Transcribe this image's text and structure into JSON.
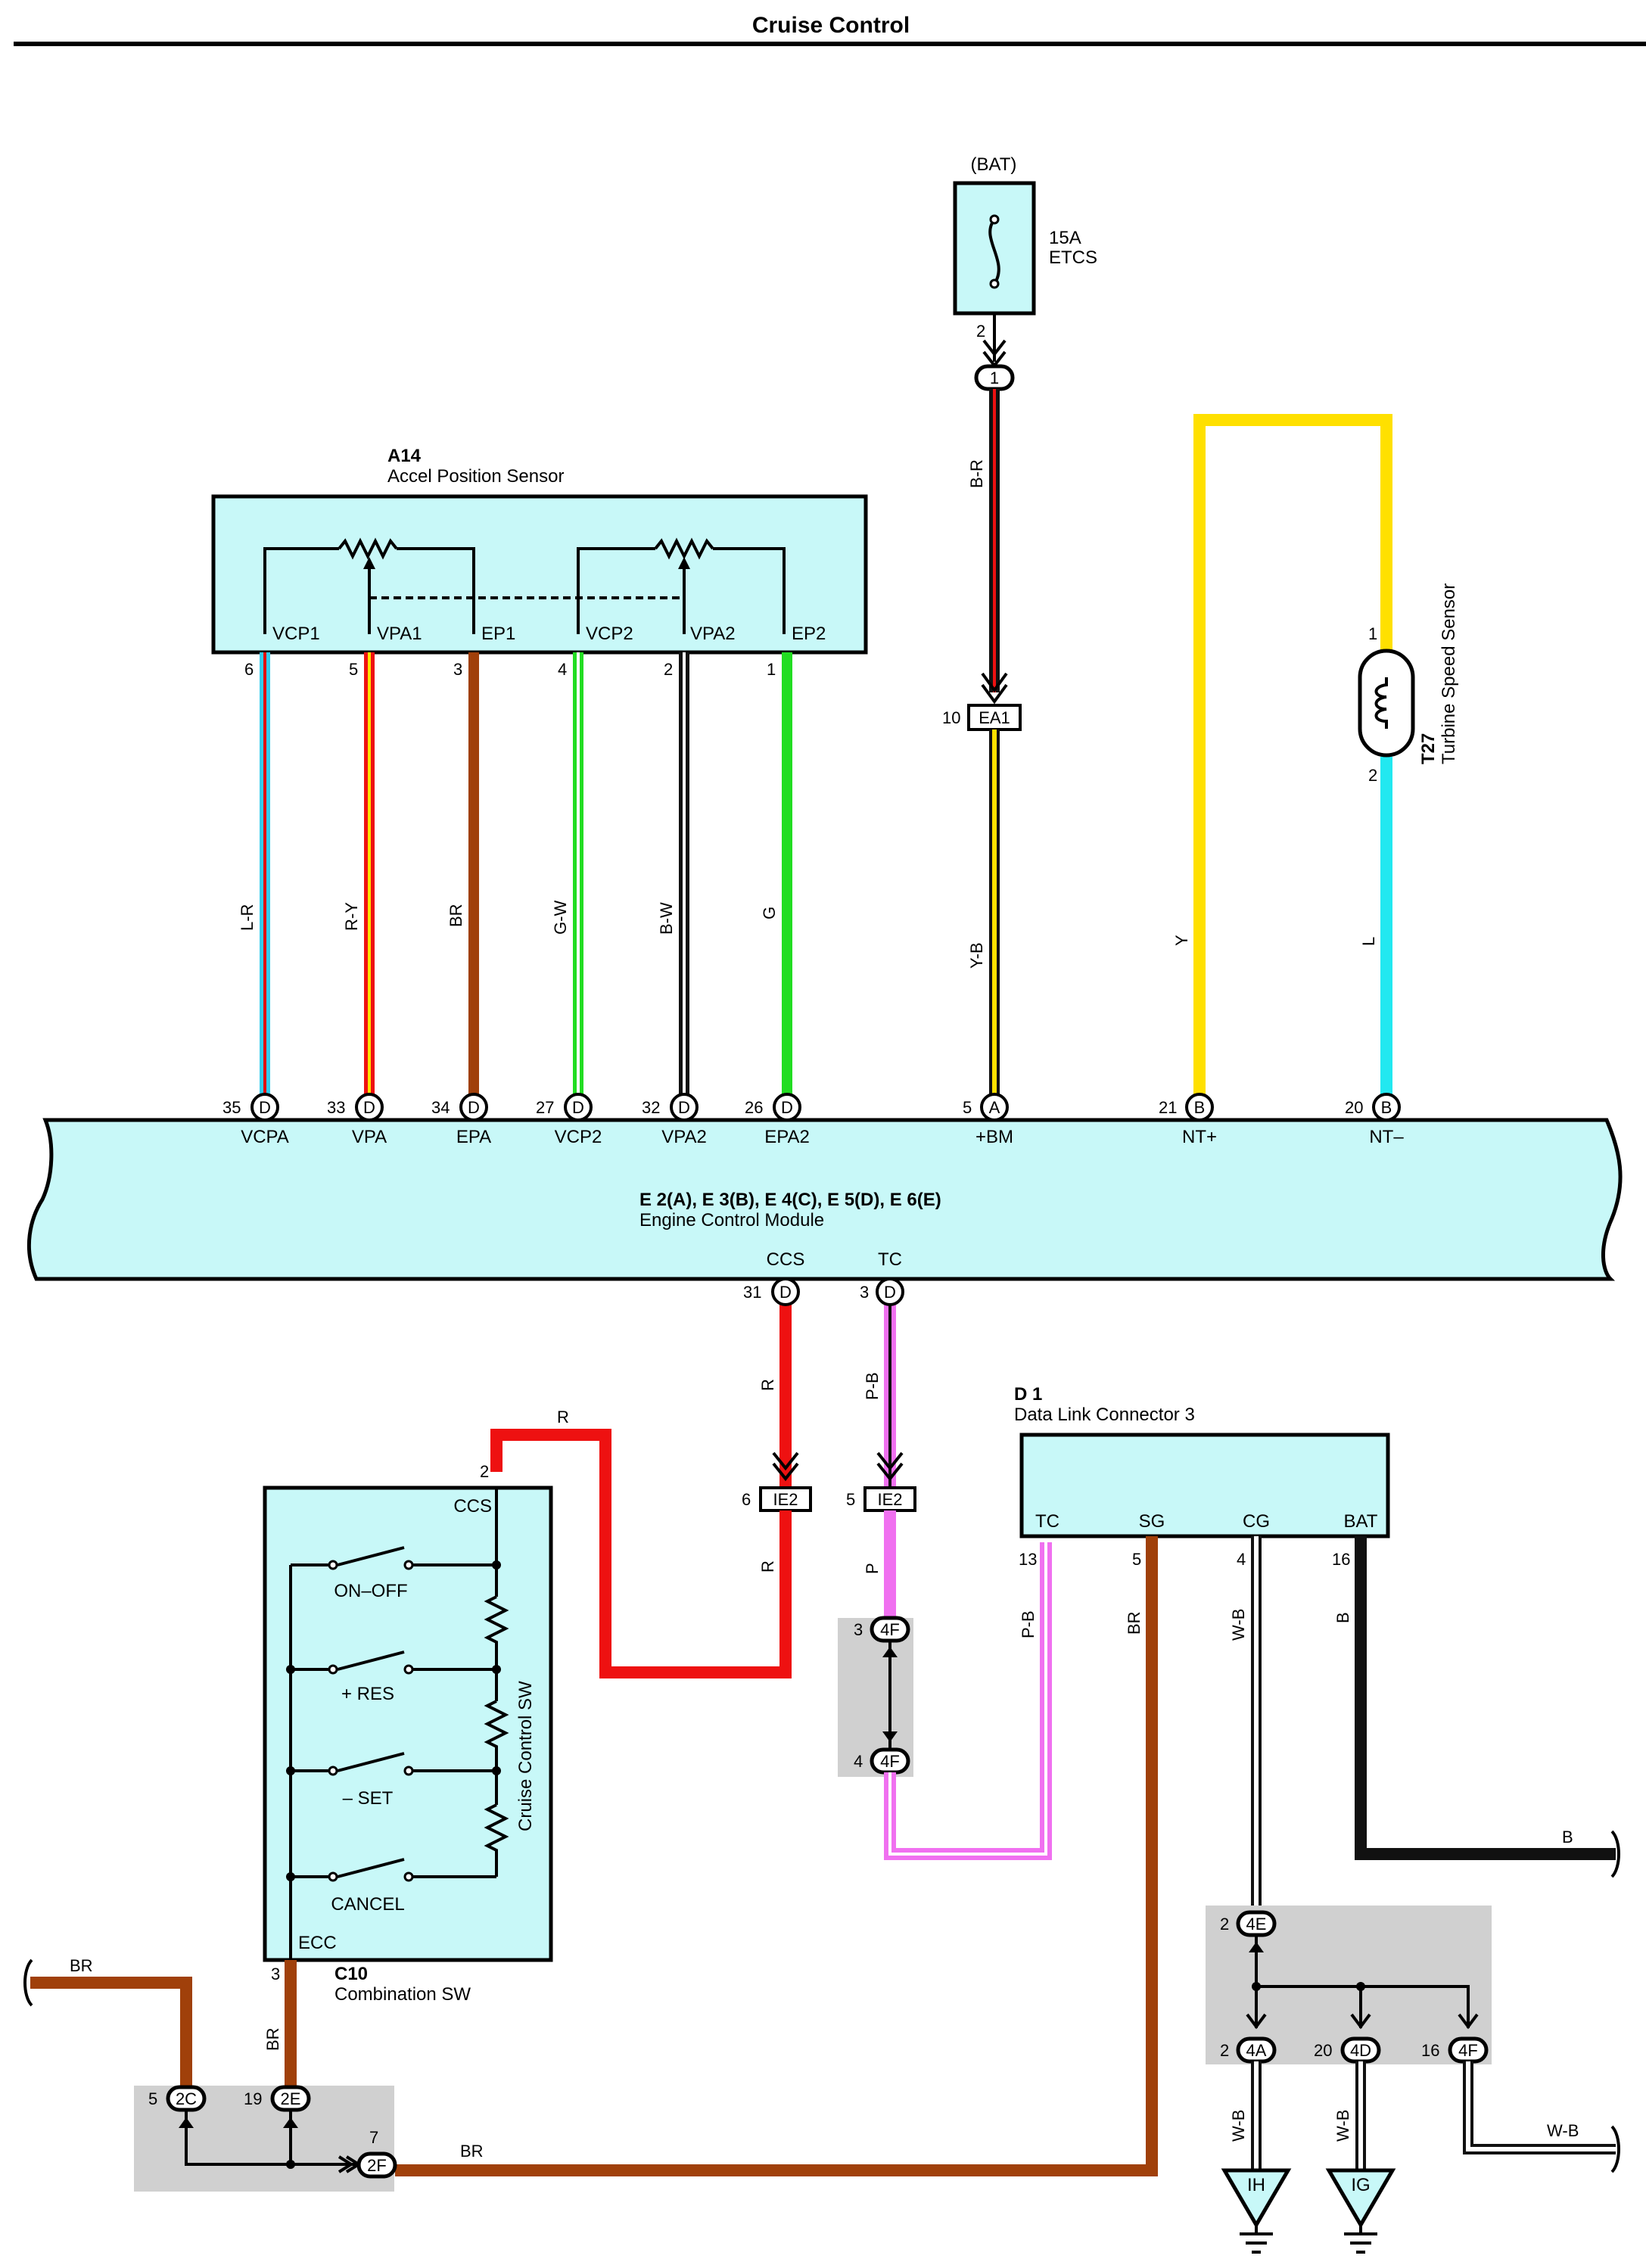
{
  "page": {
    "title": "Cruise Control"
  },
  "fuse": {
    "source": "(BAT)",
    "rating": "15A",
    "name": "ETCS",
    "pin": "2",
    "junction": "1"
  },
  "accel_sensor": {
    "code": "A14",
    "name": "Accel Position Sensor",
    "terminals": [
      {
        "label": "VCP1",
        "pin": "6",
        "wire": "L-R",
        "ecm_pin": "35",
        "ecm_conn": "D",
        "ecm_label": "VCPA",
        "color": "#33ccee",
        "stripe": "#e01010"
      },
      {
        "label": "VPA1",
        "pin": "5",
        "wire": "R-Y",
        "ecm_pin": "33",
        "ecm_conn": "D",
        "ecm_label": "VPA",
        "color": "#ee1111",
        "stripe": "#ffe000"
      },
      {
        "label": "EP1",
        "pin": "3",
        "wire": "BR",
        "ecm_pin": "34",
        "ecm_conn": "D",
        "ecm_label": "EPA",
        "color": "#a0400a",
        "stripe": ""
      },
      {
        "label": "VCP2",
        "pin": "4",
        "wire": "G-W",
        "ecm_pin": "27",
        "ecm_conn": "D",
        "ecm_label": "VCP2",
        "color": "#22dd22",
        "stripe": "#ffffff"
      },
      {
        "label": "VPA2",
        "pin": "2",
        "wire": "B-W",
        "ecm_pin": "32",
        "ecm_conn": "D",
        "ecm_label": "VPA2",
        "color": "#111111",
        "stripe": "#ffffff"
      },
      {
        "label": "EP2",
        "pin": "1",
        "wire": "G",
        "ecm_pin": "26",
        "ecm_conn": "D",
        "ecm_label": "EPA2",
        "color": "#22dd22",
        "stripe": ""
      }
    ]
  },
  "bm_circuit": {
    "wire_upper": "B-R",
    "connector": "EA1",
    "connector_pin": "10",
    "wire_lower": "Y-B",
    "ecm_pin": "5",
    "ecm_conn": "A",
    "ecm_label": "+BM"
  },
  "turbine_sensor": {
    "code": "T27",
    "name": "Turbine Speed Sensor",
    "pin1": "1",
    "pin2": "2",
    "wire1": "Y",
    "wire2": "L",
    "ecm1_pin": "21",
    "ecm1_conn": "B",
    "ecm1_label": "NT+",
    "ecm2_pin": "20",
    "ecm2_conn": "B",
    "ecm2_label": "NT–"
  },
  "ecm": {
    "codes": "E 2(A), E 3(B), E 4(C), E 5(D), E 6(E)",
    "name": "Engine Control Module",
    "ccs_label": "CCS",
    "ccs_pin": "31",
    "ccs_conn": "D",
    "tc_label": "TC",
    "tc_pin": "3",
    "tc_conn": "D"
  },
  "ccs_circuit": {
    "wire_upper": "R",
    "connector": "IE2",
    "connector_pin": "6",
    "wire_lower": "R",
    "wire_top": "R"
  },
  "tc_circuit": {
    "wire_upper": "P-B",
    "connector": "IE2",
    "connector_pin": "5",
    "wire_lower": "P",
    "jp_top": "4F",
    "jp_top_pin": "3",
    "jp_bottom": "4F",
    "jp_bottom_pin": "4"
  },
  "dlc": {
    "code": "D 1",
    "name": "Data Link Connector 3",
    "terminals": [
      {
        "label": "TC",
        "pin": "13",
        "wire": "P-B"
      },
      {
        "label": "SG",
        "pin": "5",
        "wire": "BR"
      },
      {
        "label": "CG",
        "pin": "4",
        "wire": "W-B"
      },
      {
        "label": "BAT",
        "pin": "16",
        "wire": "B"
      }
    ],
    "bat_out_wire": "B"
  },
  "combination_sw": {
    "code": "C10",
    "name": "Combination SW",
    "inner_name": "Cruise Control SW",
    "ccs_label": "CCS",
    "ccs_pin": "2",
    "ecc_label": "ECC",
    "ecc_pin": "3",
    "ecc_wire": "BR",
    "switches": [
      "ON–OFF",
      "+ RES",
      "– SET",
      "CANCEL"
    ]
  },
  "ground_circuit": {
    "left_wire": "BR",
    "jp_2c": "2C",
    "jp_2c_pin": "5",
    "jp_2e": "2E",
    "jp_2e_pin": "19",
    "jp_2f": "2F",
    "jp_2f_pin": "7",
    "bottom_wire": "BR"
  },
  "ground_jp": {
    "top": "4E",
    "top_pin": "2",
    "outs": [
      {
        "code": "4A",
        "pin": "2",
        "wire": "W-B",
        "ground": "IH"
      },
      {
        "code": "4D",
        "pin": "20",
        "wire": "W-B",
        "ground": "IG"
      },
      {
        "code": "4F",
        "pin": "16",
        "wire": "W-B",
        "ground": ""
      }
    ]
  }
}
